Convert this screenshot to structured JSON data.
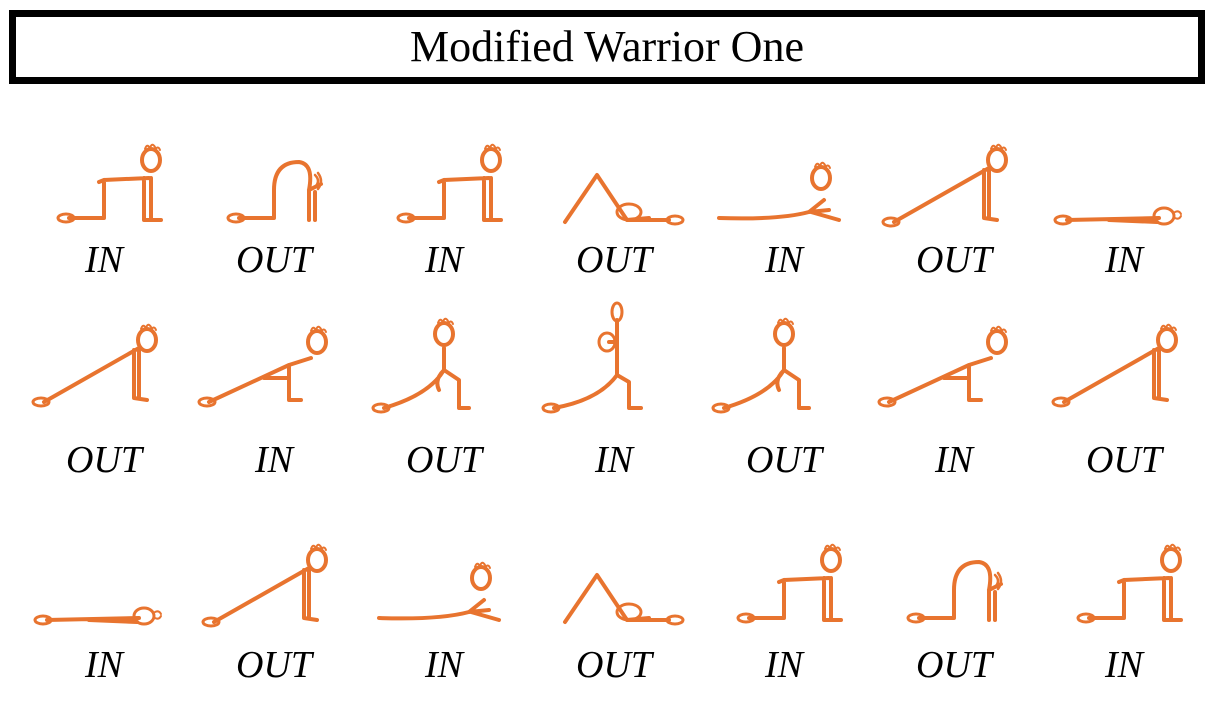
{
  "title": "Modified Warrior One",
  "figure_color": "#e8742f",
  "rows": [
    [
      {
        "pose": "table-top-pose",
        "breath": "IN"
      },
      {
        "pose": "cat-pose",
        "breath": "OUT"
      },
      {
        "pose": "table-top-pose",
        "breath": "IN"
      },
      {
        "pose": "downward-dog-pose",
        "breath": "OUT"
      },
      {
        "pose": "cobra-pose",
        "breath": "IN"
      },
      {
        "pose": "plank-pose",
        "breath": "OUT"
      },
      {
        "pose": "lying-down-pose",
        "breath": "IN"
      }
    ],
    [
      {
        "pose": "plank-pose",
        "breath": "OUT"
      },
      {
        "pose": "lunge-knee-down-pose",
        "breath": "IN"
      },
      {
        "pose": "warrior-lunge-pose",
        "breath": "OUT"
      },
      {
        "pose": "warrior-one-arms-up-pose",
        "breath": "IN"
      },
      {
        "pose": "warrior-lunge-pose",
        "breath": "OUT"
      },
      {
        "pose": "lunge-knee-down-pose",
        "breath": "IN"
      },
      {
        "pose": "plank-pose",
        "breath": "OUT"
      }
    ],
    [
      {
        "pose": "lying-down-pose",
        "breath": "IN"
      },
      {
        "pose": "plank-pose",
        "breath": "OUT"
      },
      {
        "pose": "cobra-pose",
        "breath": "IN"
      },
      {
        "pose": "downward-dog-pose",
        "breath": "OUT"
      },
      {
        "pose": "table-top-pose",
        "breath": "IN"
      },
      {
        "pose": "cat-pose",
        "breath": "OUT"
      },
      {
        "pose": "table-top-pose",
        "breath": "IN"
      }
    ]
  ]
}
